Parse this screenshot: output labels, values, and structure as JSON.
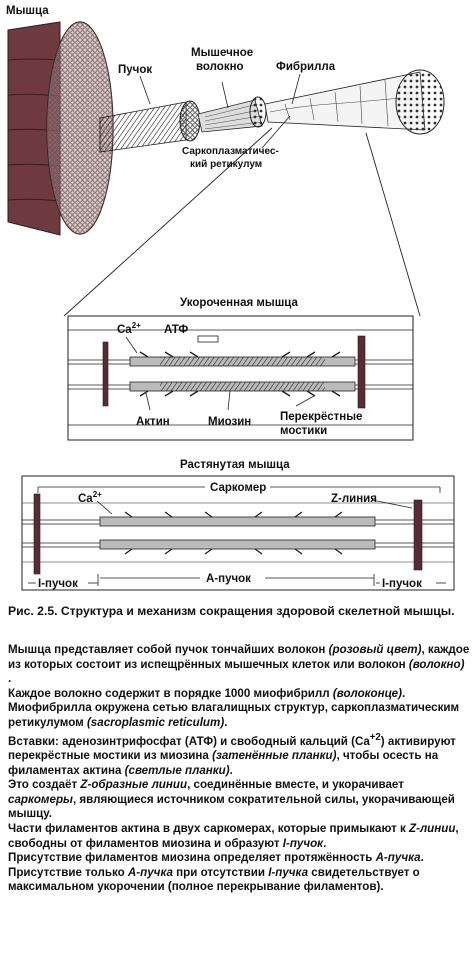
{
  "figure": {
    "labels": {
      "muscle": "Мышца",
      "bundle": "Пучок",
      "fiber_1": "Мышечное",
      "fiber_2": "волокно",
      "fibril": "Фибрилла",
      "sr_1": "Саркоплазматичес-",
      "sr_2": "кий ретикулум"
    },
    "contracted": {
      "title": "Укороченная мышца",
      "ca": "Ca",
      "ca_sup": "2+",
      "atp": "АТФ",
      "actin": "Актин",
      "myosin": "Миозин",
      "bridges_1": "Перекрёстные",
      "bridges_2": "мостики"
    },
    "stretched": {
      "title": "Растянутая мышца",
      "sarcomere": "Саркомер",
      "ca": "Ca",
      "ca_sup": "2+",
      "z_line": "Z-линия",
      "i_band_left": "I-пучок",
      "a_band": "А-пучок",
      "i_band_right": "I-пучок"
    }
  },
  "caption": "Рис. 2.5. Структура и механизм сокращения здоровой скелетной мышцы.",
  "body": {
    "p1_a": "Мышца представляет собой пучок тончайших волокон ",
    "p1_b": "(розовый цвет)",
    "p1_c": ", каждое из которых состоит из испещрённых мышечных клеток или волокон ",
    "p1_d": "(волокно)",
    "p1_e": " .",
    "p2_a": "Каждое волокно содержит в порядке 1000 миофибрилл ",
    "p2_b": "(волоконце)",
    "p2_c": ".",
    "p3_a": "Миофибрилла окружена сетью влагалищных структур, саркоплазматическим ретикулумом ",
    "p3_b": "(sacroplasmic reticulum)",
    "p3_c": ".",
    "p4_a": "Вставки: аденозинтрифосфат (АТФ) и свободный кальций (Ca",
    "p4_sup": "+2",
    "p4_b": ") активируют перекрёстные мостики из миозина ",
    "p4_c": "(затенённые планки)",
    "p4_d": ", чтобы осесть на филаментах актина ",
    "p4_e": "(светлые планки)",
    "p4_f": ".",
    "p5_a": "Это создаёт ",
    "p5_b": "Z-образные линии",
    "p5_c": ", соединённые вместе, и укорачивает ",
    "p5_d": "саркомеры",
    "p5_e": ", являющиеся источником сократительной силы, укорачивающей мышцу.",
    "p6_a": "Части филаментов актина в двух саркомерах, которые примыкают к ",
    "p6_b": "Z-линии",
    "p6_c": ", свободны от филаментов миозина и образуют ",
    "p6_d": "I-пучок",
    "p6_e": ".",
    "p7_a": "Присутствие филаментов миозина определяет протяжённость ",
    "p7_b": "А-пучка",
    "p7_c": ".",
    "p8_a": "Присутствие только ",
    "p8_b": "А-пучка",
    "p8_c": " при отсутствии ",
    "p8_d": "I-пучка",
    "p8_e": " свидетельствует о максимальном укорочении (полное перекрывание филаментов)."
  },
  "colors": {
    "ink": "#111111",
    "band": "#5a2a35"
  }
}
